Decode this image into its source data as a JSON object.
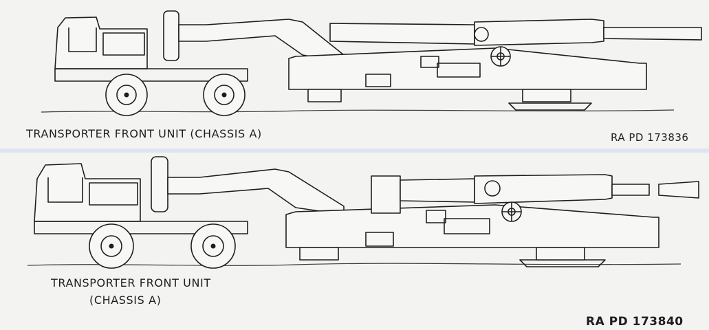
{
  "figures": [
    {
      "caption": "TRANSPORTER FRONT UNIT (CHASSIS A)",
      "reference": "RA PD 173836"
    },
    {
      "caption_line1": "TRANSPORTER FRONT UNIT",
      "caption_line2": "(CHASSIS A)",
      "reference": "RA PD 173840"
    }
  ]
}
